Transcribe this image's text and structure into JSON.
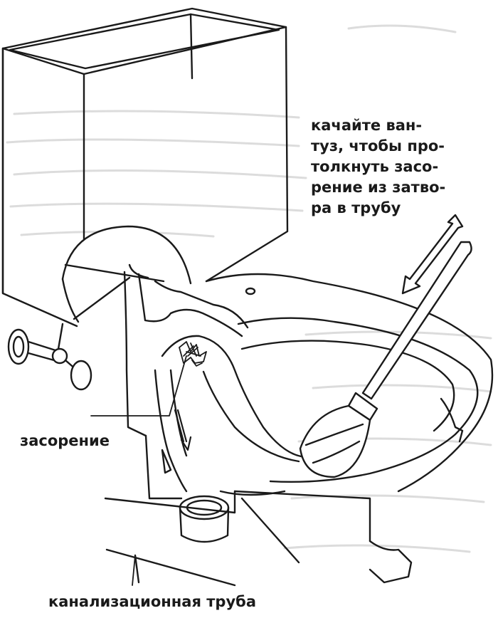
{
  "labels": {
    "instruction_lines": [
      "качайте ван-",
      "туз, чтобы про-",
      "толкнуть засо-",
      "рение из затво-",
      "ра в трубу"
    ],
    "clog": "засорение",
    "sewer_pipe": "канализационная труба"
  },
  "colors": {
    "ink": "#1a1a1a",
    "paper": "#ffffff",
    "ghost_text": "#d9d9d9"
  }
}
